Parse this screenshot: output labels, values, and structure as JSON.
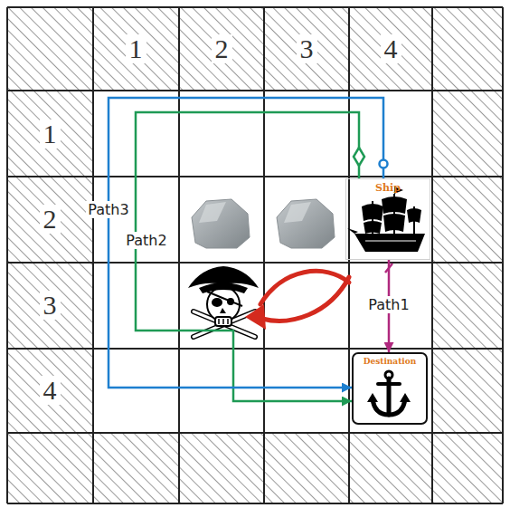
{
  "diagram": {
    "nodes": [
      {
        "text": [
          "Ship"
        ]
      },
      {
        "text": [
          "Destination"
        ]
      }
    ],
    "edges": [
      {
        "from": 0,
        "to": 1,
        "arrow": "to",
        "label": "Path1"
      },
      {
        "from": 0,
        "to": 1,
        "arrow": "to",
        "label": "Path2"
      },
      {
        "from": 0,
        "to": 1,
        "arrow": "to",
        "label": "Path3"
      }
    ],
    "labels": [
      "1",
      "2",
      "3",
      "4",
      "1",
      "2",
      "3",
      "4"
    ]
  }
}
